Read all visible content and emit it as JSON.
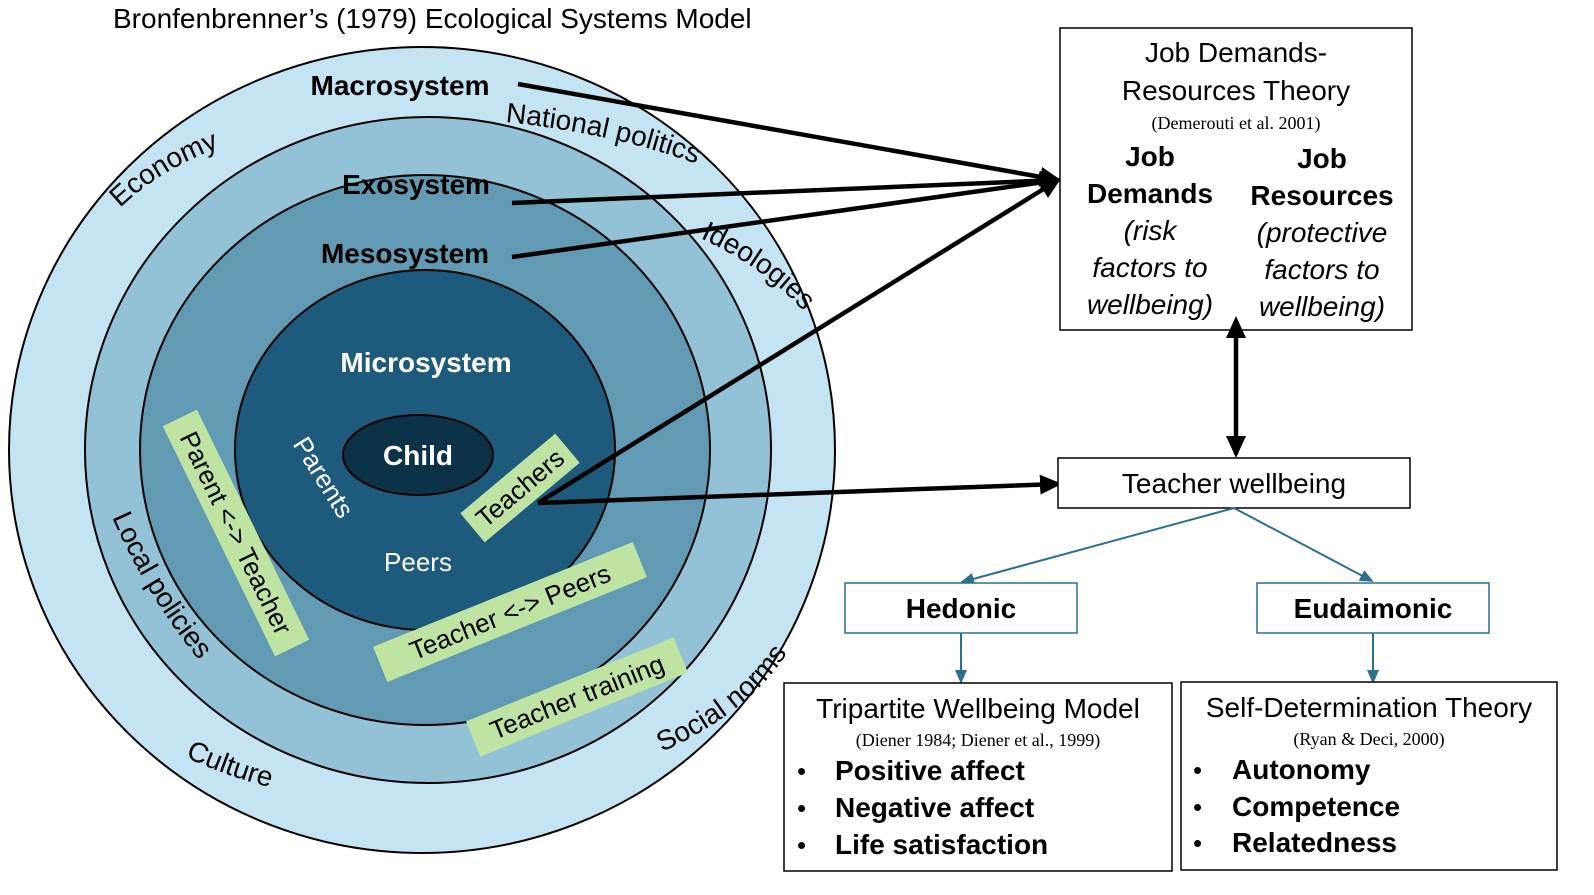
{
  "title": "Bronfenbrenner’s (1979) Ecological Systems Model",
  "systems": {
    "macro": "Macrosystem",
    "exo": "Exosystem",
    "meso": "Mesosystem",
    "micro": "Microsystem",
    "child": "Child"
  },
  "macro_items": {
    "economy": "Economy",
    "national_politics": "National politics",
    "ideologies": "Ideologies",
    "social_norms": "Social norms",
    "culture": "Culture",
    "local_policies": "Local policies"
  },
  "micro_items": {
    "parents": "Parents",
    "peers": "Peers"
  },
  "highlights": {
    "teachers": "Teachers",
    "parent_teacher": "Parent <-> Teacher",
    "teacher_peers": "Teacher <-> Peers",
    "teacher_training": "Teacher training"
  },
  "jdr": {
    "title_line1": "Job Demands-",
    "title_line2": "Resources Theory",
    "citation": "(Demerouti et al. 2001)",
    "demands_1": "Job",
    "demands_2": "Demands",
    "demands_3": "(risk",
    "demands_4": "factors to",
    "demands_5": "wellbeing)",
    "resources_1": "Job",
    "resources_2": "Resources",
    "resources_3": "(protective",
    "resources_4": "factors to",
    "resources_5": "wellbeing)"
  },
  "teacher_wellbeing": "Teacher wellbeing",
  "hedonic": "Hedonic",
  "eudaimonic": "Eudaimonic",
  "tripartite": {
    "title": "Tripartite Wellbeing Model",
    "citation": "(Diener 1984; Diener et al., 1999)",
    "bullet": "•",
    "item1": "Positive affect",
    "item2": "Negative affect",
    "item3": "Life satisfaction"
  },
  "sdt": {
    "title": "Self-Determination Theory",
    "citation": "(Ryan & Deci, 2000)",
    "bullet": "•",
    "item1": "Autonomy",
    "item2": "Competence",
    "item3": "Relatedness"
  },
  "colors": {
    "macro_fill": "#c4e3f3",
    "exo_fill": "#93c1d6",
    "meso_fill": "#6299b3",
    "micro_fill": "#1e5a7b",
    "child_fill": "#0c3247",
    "highlight_fill": "#bfe3a3",
    "connector_blue": "#2c6f8e"
  }
}
